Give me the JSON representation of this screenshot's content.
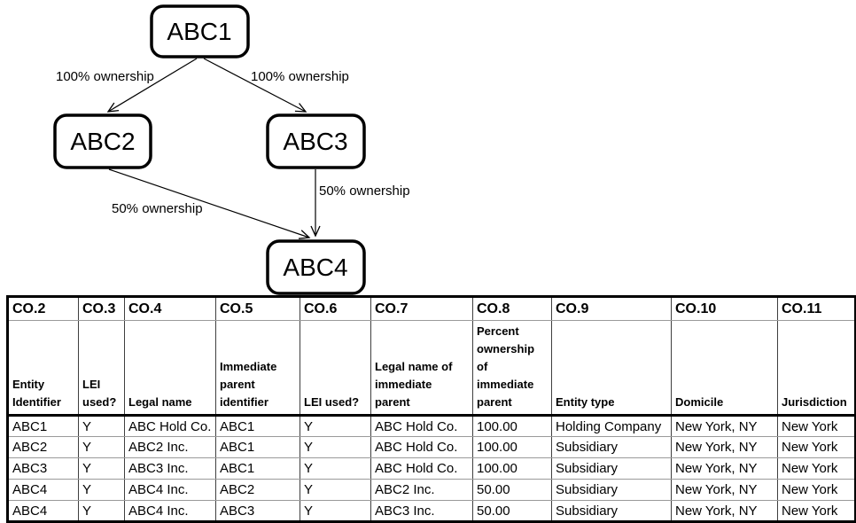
{
  "colors": {
    "line": "#000000",
    "grid_minor": "#9a9a9a",
    "background": "#ffffff"
  },
  "diagram": {
    "nodes": [
      {
        "id": "ABC1",
        "label": "ABC1"
      },
      {
        "id": "ABC2",
        "label": "ABC2"
      },
      {
        "id": "ABC3",
        "label": "ABC3"
      },
      {
        "id": "ABC4",
        "label": "ABC4"
      }
    ],
    "edges": [
      {
        "from": "ABC1",
        "to": "ABC2",
        "label": "100% ownership"
      },
      {
        "from": "ABC1",
        "to": "ABC3",
        "label": "100% ownership"
      },
      {
        "from": "ABC2",
        "to": "ABC4",
        "label": "50% ownership"
      },
      {
        "from": "ABC3",
        "to": "ABC4",
        "label": "50% ownership"
      }
    ]
  },
  "table": {
    "columns": [
      {
        "code": "CO.2",
        "label": "Entity\nIdentifier"
      },
      {
        "code": "CO.3",
        "label": "LEI\nused?"
      },
      {
        "code": "CO.4",
        "label": "Legal name"
      },
      {
        "code": "CO.5",
        "label": "Immediate\nparent\nidentifier"
      },
      {
        "code": "CO.6",
        "label": "LEI used?"
      },
      {
        "code": "CO.7",
        "label": "Legal name of\nimmediate\nparent"
      },
      {
        "code": "CO.8",
        "label": "Percent\nownership\nof\nimmediate\nparent"
      },
      {
        "code": "CO.9",
        "label": "Entity type"
      },
      {
        "code": "CO.10",
        "label": "Domicile"
      },
      {
        "code": "CO.11",
        "label": "Jurisdiction"
      }
    ],
    "rows": [
      [
        "ABC1",
        "Y",
        "ABC Hold Co.",
        "ABC1",
        "Y",
        "ABC Hold Co.",
        "100.00",
        "Holding Company",
        "New York, NY",
        "New York"
      ],
      [
        "ABC2",
        "Y",
        "ABC2 Inc.",
        "ABC1",
        "Y",
        "ABC Hold Co.",
        "100.00",
        "Subsidiary",
        "New York, NY",
        "New York"
      ],
      [
        "ABC3",
        "Y",
        "ABC3 Inc.",
        "ABC1",
        "Y",
        "ABC Hold Co.",
        "100.00",
        "Subsidiary",
        "New York, NY",
        "New York"
      ],
      [
        "ABC4",
        "Y",
        "ABC4 Inc.",
        "ABC2",
        "Y",
        "ABC2 Inc.",
        "50.00",
        "Subsidiary",
        "New York, NY",
        "New York"
      ],
      [
        "ABC4",
        "Y",
        "ABC4 Inc.",
        "ABC3",
        "Y",
        "ABC3 Inc.",
        "50.00",
        "Subsidiary",
        "New York, NY",
        "New York"
      ]
    ]
  }
}
